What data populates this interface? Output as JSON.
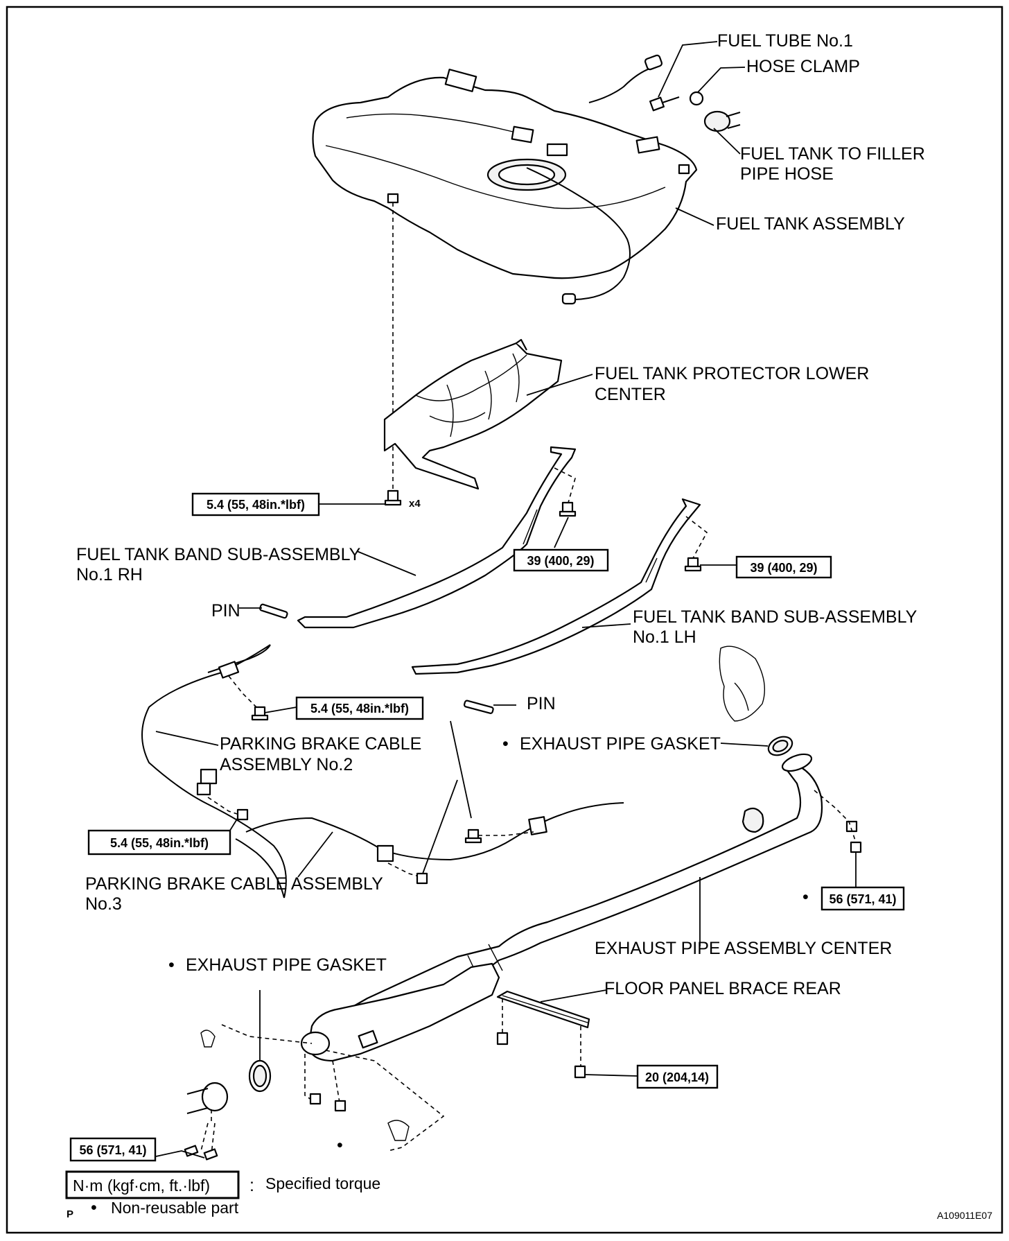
{
  "labels": {
    "fuel_tube_no1": "FUEL TUBE No.1",
    "hose_clamp": "HOSE CLAMP",
    "filler_hose_line1": "FUEL TANK TO FILLER",
    "filler_hose_line2": "PIPE HOSE",
    "fuel_tank_assembly": "FUEL TANK ASSEMBLY",
    "protector_line1": "FUEL TANK PROTECTOR LOWER",
    "protector_line2": "CENTER",
    "band_rh_line1": "FUEL TANK BAND SUB-ASSEMBLY",
    "band_rh_line2": "No.1 RH",
    "band_lh_line1": "FUEL TANK BAND SUB-ASSEMBLY",
    "band_lh_line2": "No.1 LH",
    "pin_1": "PIN",
    "pin_2": "PIN",
    "brake_cable_2_line1": "PARKING BRAKE CABLE",
    "brake_cable_2_line2": "ASSEMBLY No.2",
    "brake_cable_3_line1": "PARKING BRAKE CABLE ASSEMBLY",
    "brake_cable_3_line2": "No.3",
    "exhaust_gasket_upper": "EXHAUST PIPE GASKET",
    "exhaust_gasket_lower": "EXHAUST PIPE GASKET",
    "exhaust_center": "EXHAUST PIPE ASSEMBLY CENTER",
    "floor_brace": "FLOOR PANEL BRACE REAR",
    "qty_x4": "x4"
  },
  "torques": {
    "t1": "5.4 (55, 48in.*lbf)",
    "t2": "39 (400, 29)",
    "t3": "39 (400, 29)",
    "t4": "5.4 (55, 48in.*lbf)",
    "t5": "5.4 (55, 48in.*lbf)",
    "t6": "56 (571, 41)",
    "t7": "20 (204,14)",
    "t8": "56 (571, 41)"
  },
  "legend": {
    "torque_unit": "N·m (kgf·cm, ft.·lbf)",
    "colon": ":",
    "torque_desc": "Specified torque",
    "p_mark": "P",
    "nonreusable": "Non-reusable part"
  },
  "figure_code": "A109011E07"
}
